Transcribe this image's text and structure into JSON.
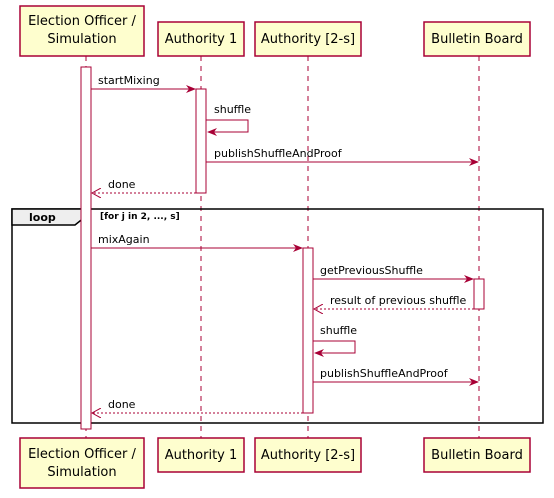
{
  "participants": {
    "officer": {
      "line1": "Election Officer /",
      "line2": "Simulation"
    },
    "auth1": {
      "label": "Authority 1"
    },
    "auth2s": {
      "label": "Authority [2-s]"
    },
    "board": {
      "label": "Bulletin Board"
    }
  },
  "messages": {
    "m1": "startMixing",
    "m2": "shuffle",
    "m3": "publishShuffleAndProof",
    "m4": "done",
    "m5": "mixAgain",
    "m6": "getPreviousShuffle",
    "m7": "result of previous shuffle",
    "m8": "shuffle",
    "m9": "publishShuffleAndProof",
    "m10": "done"
  },
  "loop": {
    "keyword": "loop",
    "guard": "[for j in 2, ..., s]"
  },
  "colors": {
    "box_fill": "#FEFECE",
    "box_border": "#A80036",
    "arrow": "#A80036",
    "lifeline": "#A80036",
    "frame": "#000000",
    "label_tab": "#EEEEEE"
  }
}
